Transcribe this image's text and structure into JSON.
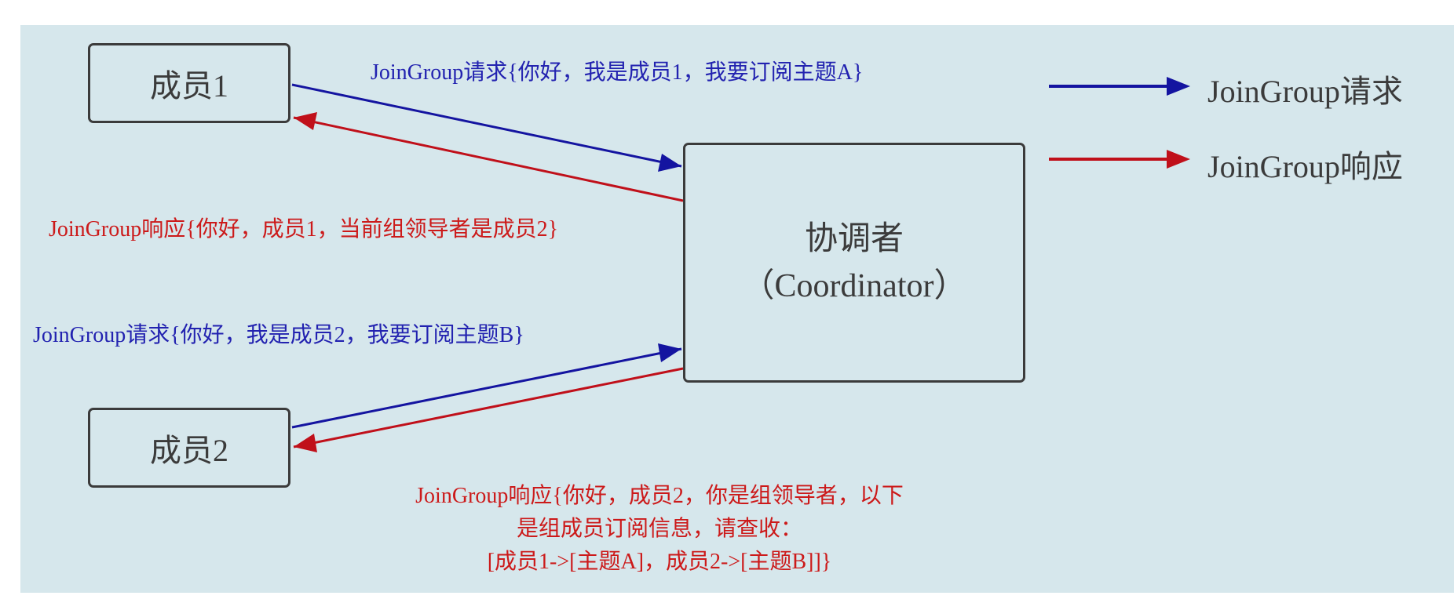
{
  "nodes": {
    "member1": "成员1",
    "member2": "成员2",
    "coordinator_name": "协调者",
    "coordinator_en": "（Coordinator）"
  },
  "messages": {
    "req1": "JoinGroup请求{你好，我是成员1，我要订阅主题A}",
    "resp1": "JoinGroup响应{你好，成员1，当前组领导者是成员2}",
    "req2": "JoinGroup请求{你好，我是成员2，我要订阅主题B}",
    "resp2_lines": [
      "JoinGroup响应{你好，成员2，你是组领导者，以下",
      "是组成员订阅信息，请查收：",
      "[成员1->[主题A]，成员2->[主题B]]}"
    ]
  },
  "legend": {
    "request": "JoinGroup请求",
    "response": "JoinGroup响应"
  },
  "colors": {
    "panel": "#d6e7ec",
    "request": "#1414a0",
    "response": "#c0101a",
    "request_text": "#2222b0",
    "response_text": "#cc1a1a",
    "border": "#3b3b3b"
  }
}
